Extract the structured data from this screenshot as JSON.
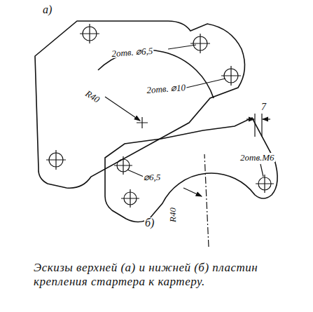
{
  "diagram": {
    "caption": "Эскизы верхней (а) и нижней (б) пластин крепления стартера к картеру.",
    "labels": [
      "а)",
      "2отв. ⌀6,5",
      "2отв. ⌀10",
      "R40",
      "7",
      "2отв.М6",
      "⌀6,5",
      "R40",
      "б)"
    ]
  }
}
